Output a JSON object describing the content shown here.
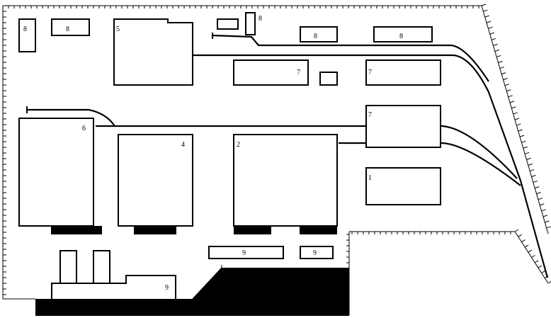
{
  "buildings": [
    {
      "id": "b-tl-8-a",
      "label": "8"
    },
    {
      "id": "b-tl-8-b",
      "label": "8"
    },
    {
      "id": "b-5",
      "label": "5"
    },
    {
      "id": "b-small-top",
      "label": ""
    },
    {
      "id": "b-top-8-c",
      "label": "8"
    },
    {
      "id": "b-top-8-d",
      "label": "8"
    },
    {
      "id": "b-top-8-e",
      "label": "8"
    },
    {
      "id": "b-7-a",
      "label": "7"
    },
    {
      "id": "b-small-mid",
      "label": ""
    },
    {
      "id": "b-7-b",
      "label": "7"
    },
    {
      "id": "b-7-c",
      "label": "7"
    },
    {
      "id": "b-6",
      "label": "6"
    },
    {
      "id": "b-4",
      "label": "4"
    },
    {
      "id": "b-2",
      "label": "2"
    },
    {
      "id": "b-1",
      "label": "1"
    },
    {
      "id": "b-9-a",
      "label": "9"
    },
    {
      "id": "b-9-b",
      "label": "9"
    },
    {
      "id": "b-9-c",
      "label": "9"
    }
  ]
}
